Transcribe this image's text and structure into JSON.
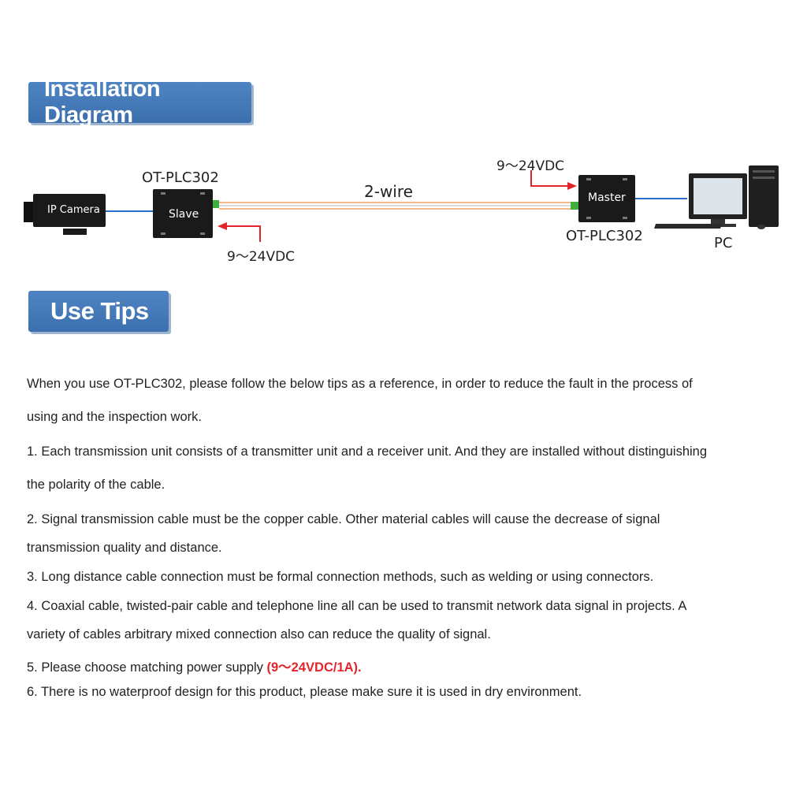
{
  "sections": {
    "installation_title": "Installation Diagram",
    "tips_title": "Use Tips"
  },
  "diagram": {
    "camera_label": "IP Camera",
    "slave_model": "OT-PLC302",
    "slave_label": "Slave",
    "slave_power": "9～24VDC",
    "wire_label": "2-wire",
    "master_power": "9～24VDC",
    "master_label": "Master",
    "master_model": "OT-PLC302",
    "pc_label": "PC",
    "colors": {
      "blue_cable": "#2a6fc7",
      "arrow": "#e0262b",
      "device": "#1a1a1a",
      "wire_orange": "#f0a060"
    }
  },
  "tips": {
    "intro_line1": "When you use OT-PLC302, please follow the below tips as a reference, in order to reduce the fault in the process of",
    "intro_line2": "using and the inspection work.",
    "tip1_line1": "1. Each transmission unit consists of a transmitter unit and a receiver unit. And they are installed without distinguishing",
    "tip1_line2": "the polarity of the cable.",
    "tip2_line1": "2. Signal transmission cable must be the copper cable. Other material cables will cause the decrease of signal",
    "tip2_line2": "transmission quality and distance.",
    "tip3": "3. Long distance cable connection must be formal connection methods, such as welding or using connectors.",
    "tip4_line1": "4. Coaxial cable, twisted-pair cable and telephone line all can be used to transmit network data signal in projects. A",
    "tip4_line2": "variety of cables arbitrary mixed connection also can reduce the quality of signal.",
    "tip5_text": "5. Please choose matching power supply ",
    "tip5_highlight": "(9～24VDC/1A).",
    "tip6": "6. There is no waterproof design for this product, please make sure it is used in dry environment."
  }
}
